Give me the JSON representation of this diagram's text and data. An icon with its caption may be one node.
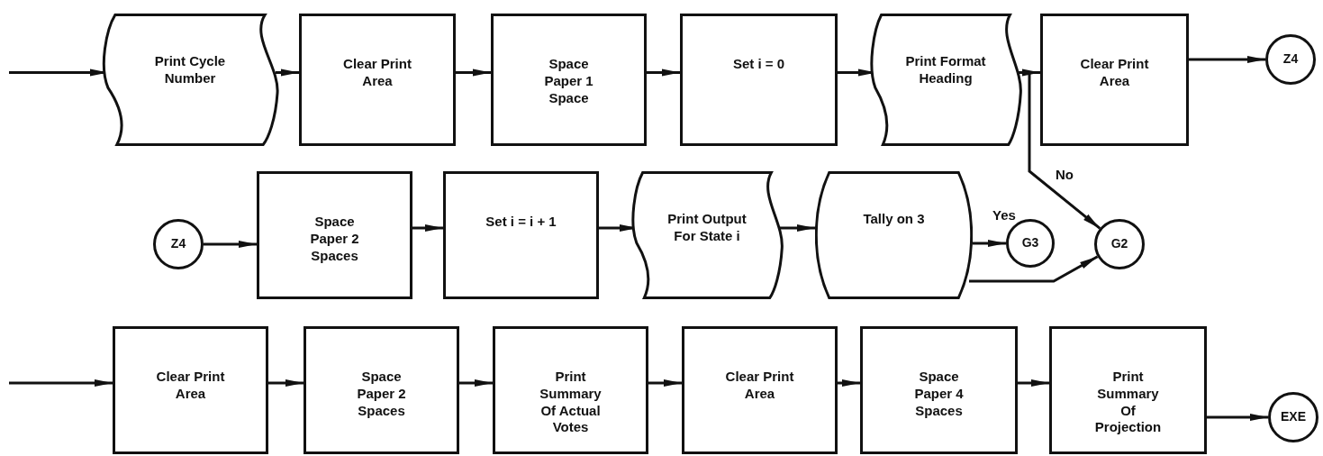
{
  "diagram": {
    "nodes": [
      {
        "text": [
          "Print Cycle Number"
        ]
      },
      {
        "text": [
          "Clear Print Area"
        ]
      },
      {
        "text": [
          "Space Paper 1 Space"
        ]
      },
      {
        "text": [
          "Set i = 0"
        ]
      },
      {
        "text": [
          "Print Format Heading"
        ]
      },
      {
        "text": [
          "Clear Print Area"
        ]
      },
      {
        "text": [
          "Z4"
        ]
      },
      {
        "text": [
          "Z4"
        ]
      },
      {
        "text": [
          "Space Paper 2 Spaces"
        ]
      },
      {
        "text": [
          "Set i = i + 1"
        ]
      },
      {
        "text": [
          "Print Output For State i"
        ]
      },
      {
        "text": [
          "Tally on 3"
        ]
      },
      {
        "text": [
          "G3"
        ]
      },
      {
        "text": [
          "G2"
        ]
      },
      {
        "text": [
          "Clear Print Area"
        ]
      },
      {
        "text": [
          "Space Paper 2 Spaces"
        ]
      },
      {
        "text": [
          "Print Summary Of Actual Votes"
        ]
      },
      {
        "text": [
          "Clear Print Area"
        ]
      },
      {
        "text": [
          "Space Paper 4 Spaces"
        ]
      },
      {
        "text": [
          "Print Summary Of Projection"
        ]
      },
      {
        "text": [
          "EXE"
        ]
      }
    ],
    "edges": [
      {
        "from": null,
        "to": 0,
        "arrow": "to"
      },
      {
        "from": 0,
        "to": 1,
        "arrow": "to"
      },
      {
        "from": 1,
        "to": 2,
        "arrow": "to"
      },
      {
        "from": 2,
        "to": 3,
        "arrow": "to"
      },
      {
        "from": 3,
        "to": 4,
        "arrow": "to"
      },
      {
        "from": 4,
        "to": 5,
        "arrow": "to"
      },
      {
        "from": 5,
        "to": 6,
        "arrow": "to"
      },
      {
        "from": 7,
        "to": 8,
        "arrow": "to"
      },
      {
        "from": 8,
        "to": 9,
        "arrow": "to"
      },
      {
        "from": 9,
        "to": 10,
        "arrow": "to"
      },
      {
        "from": 10,
        "to": 11,
        "arrow": "to"
      },
      {
        "from": 11,
        "to": 12,
        "arrow": "to",
        "label": "Yes"
      },
      {
        "from": 4,
        "to": 13,
        "arrow": "to",
        "label": "No"
      },
      {
        "from": 11,
        "to": 13,
        "arrow": "to"
      },
      {
        "from": null,
        "to": 14,
        "arrow": "to"
      },
      {
        "from": 14,
        "to": 15,
        "arrow": "to"
      },
      {
        "from": 15,
        "to": 16,
        "arrow": "to"
      },
      {
        "from": 16,
        "to": 17,
        "arrow": "to"
      },
      {
        "from": 17,
        "to": 18,
        "arrow": "to"
      },
      {
        "from": 18,
        "to": 19,
        "arrow": "to"
      },
      {
        "from": 19,
        "to": 20,
        "arrow": "to"
      }
    ]
  }
}
